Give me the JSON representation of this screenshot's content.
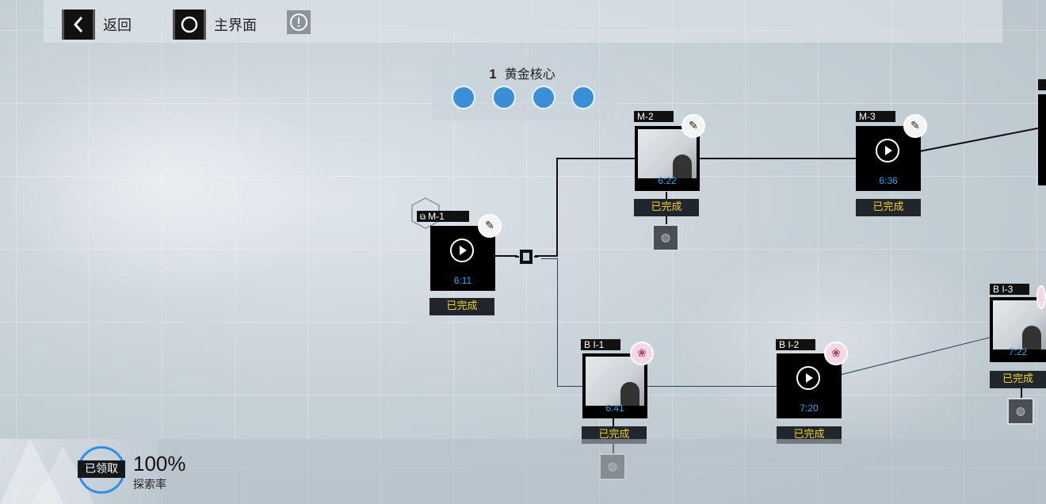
{
  "nav": {
    "back_label": "返回",
    "home_label": "主界面"
  },
  "chapter": {
    "number": "1",
    "name": "黄金核心",
    "emblems": [
      "blue-emblem-1",
      "blue-emblem-2",
      "blue-emblem-3",
      "blue-emblem-4"
    ]
  },
  "stages": [
    {
      "code": "M-1",
      "time": "6:11",
      "status": "已完成",
      "has_play": true
    },
    {
      "code": "M-2",
      "time": "6:22",
      "status": "已完成",
      "has_play": false
    },
    {
      "code": "M-3",
      "time": "6:36",
      "status": "已完成",
      "has_play": true
    },
    {
      "code": "B I-1",
      "time": "6:41",
      "status": "已完成",
      "has_play": false
    },
    {
      "code": "B I-2",
      "time": "7:20",
      "status": "已完成",
      "has_play": true
    },
    {
      "code": "B I-3",
      "time": "7:22",
      "status": "已完成",
      "has_play": false
    }
  ],
  "exploration": {
    "claim_label": "已领取",
    "rate": "100%",
    "rate_label": "探索率"
  },
  "colors": {
    "time_text": "#2da8f3",
    "status_text": "#f3d12a",
    "ring": "#2f8fe6"
  }
}
